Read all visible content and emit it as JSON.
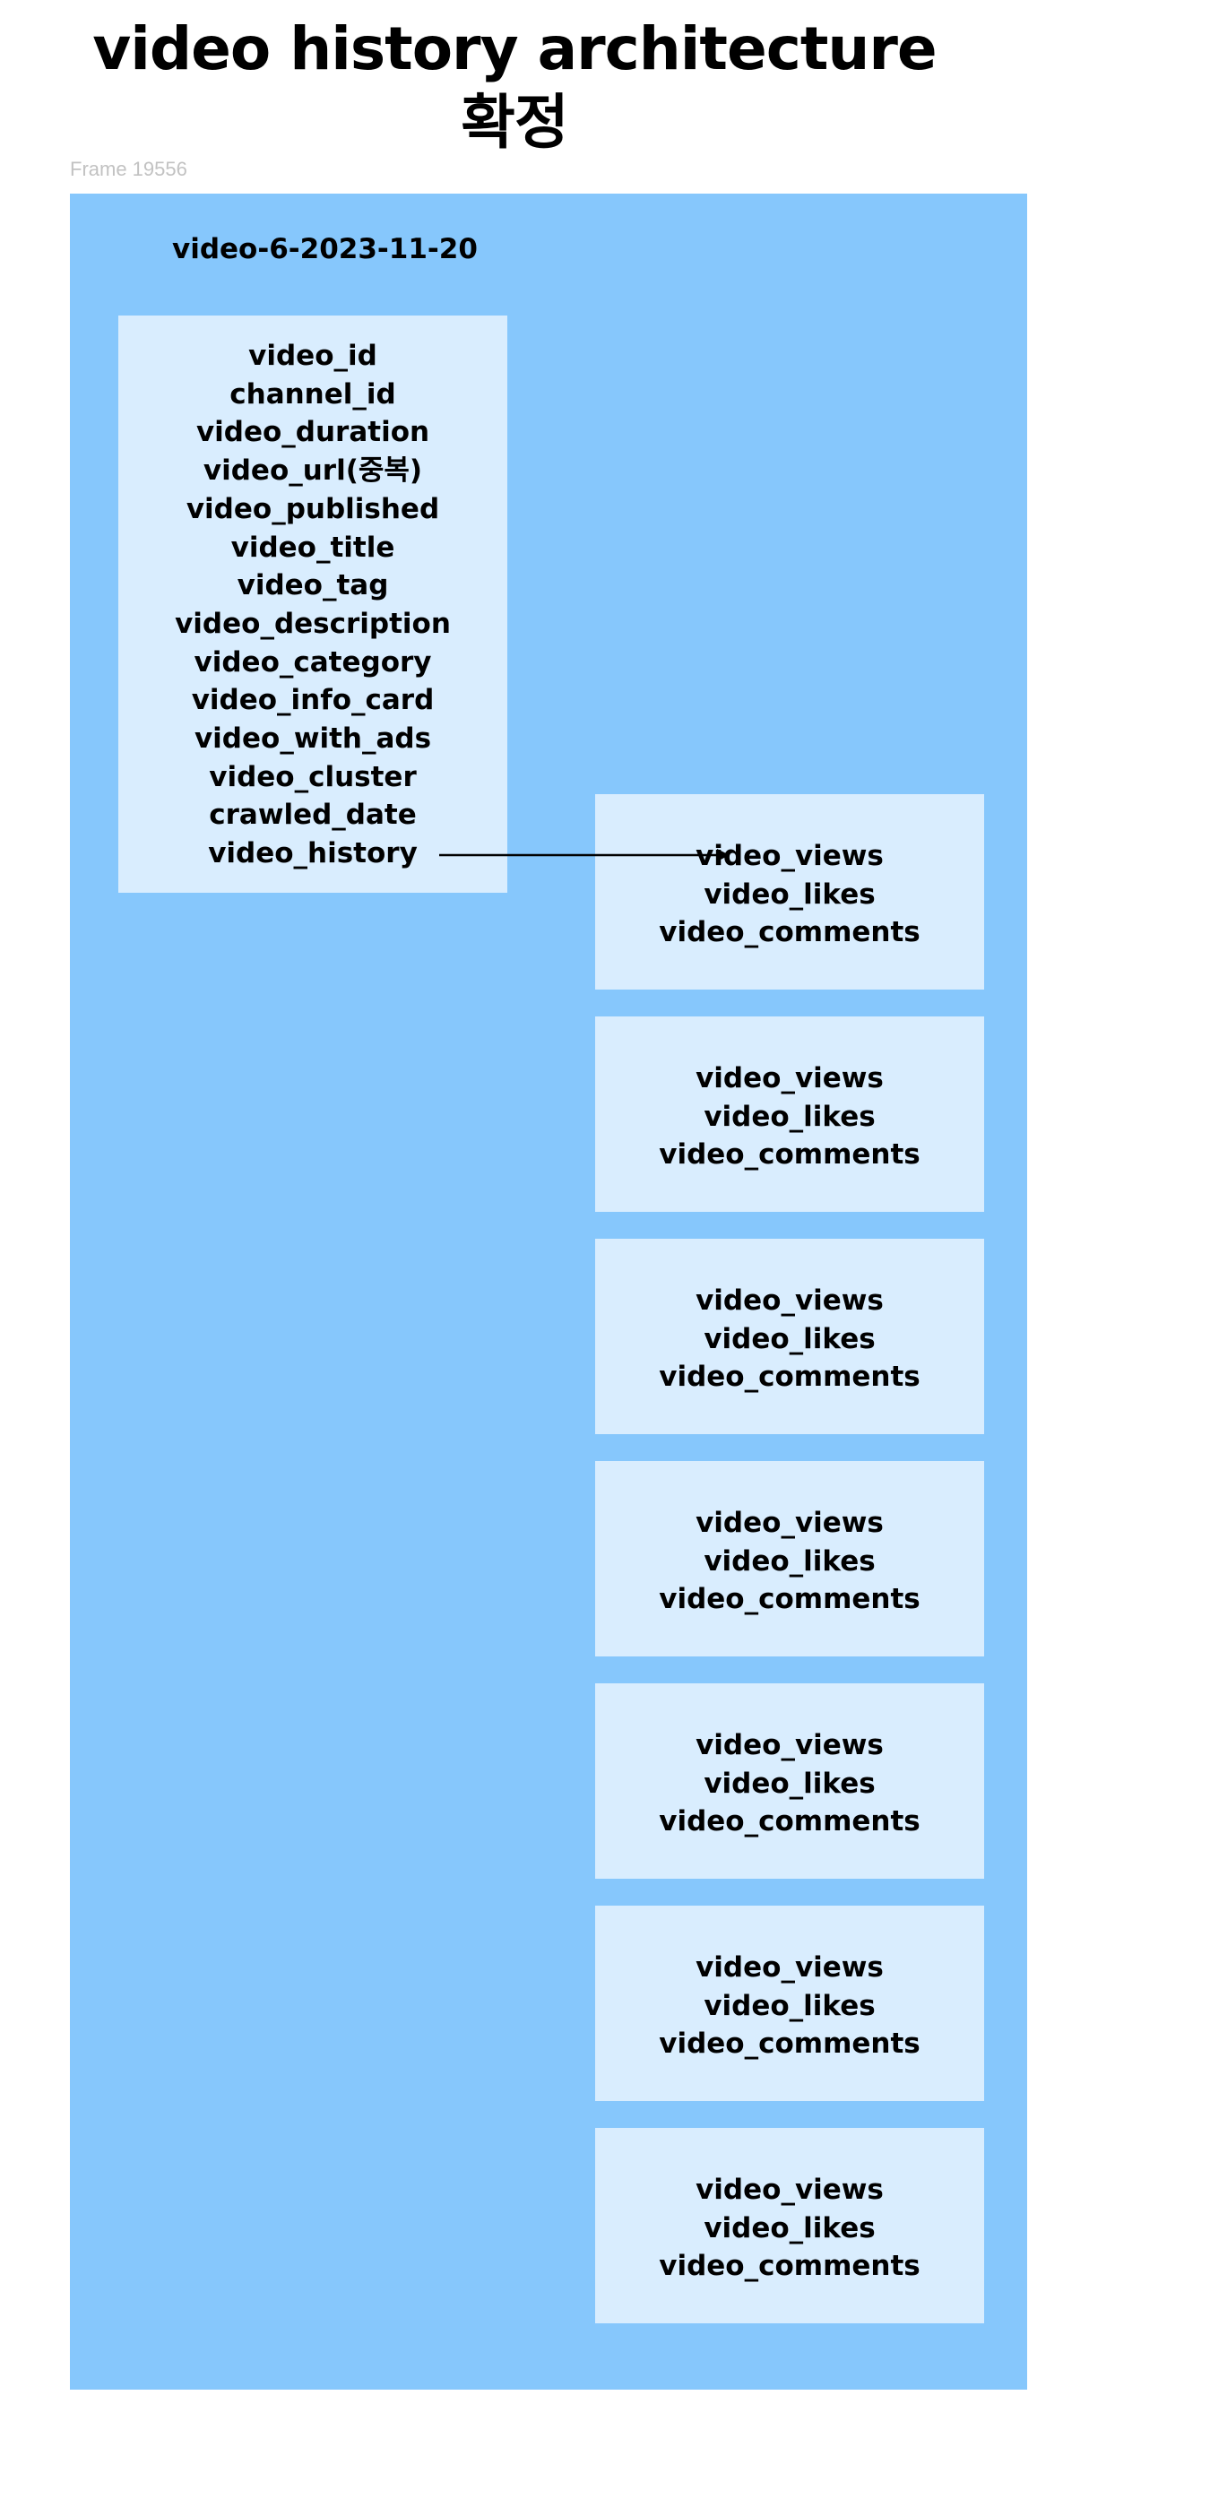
{
  "page": {
    "title_line1": "video history architecture",
    "title_line2": "확정"
  },
  "frame": {
    "label": "Frame 19556",
    "title": "video-6-2023-11-20"
  },
  "video_fields": [
    "video_id",
    "channel_id",
    "video_duration",
    "video_url(중복)",
    "video_published",
    "video_title",
    "video_tag",
    "video_description",
    "video_category",
    "video_info_card",
    "video_with_ads",
    "video_cluster",
    "crawled_date",
    "video_history"
  ],
  "history_entries": [
    {
      "views": "video_views",
      "likes": "video_likes",
      "comments": "video_comments"
    },
    {
      "views": "video_views",
      "likes": "video_likes",
      "comments": "video_comments"
    },
    {
      "views": "video_views",
      "likes": "video_likes",
      "comments": "video_comments"
    },
    {
      "views": "video_views",
      "likes": "video_likes",
      "comments": "video_comments"
    },
    {
      "views": "video_views",
      "likes": "video_likes",
      "comments": "video_comments"
    },
    {
      "views": "video_views",
      "likes": "video_likes",
      "comments": "video_comments"
    },
    {
      "views": "video_views",
      "likes": "video_likes",
      "comments": "video_comments"
    }
  ],
  "colors": {
    "frame_background": "#86c7fc",
    "box_background": "#d9edfe",
    "frame_label": "#c2c2c2"
  }
}
